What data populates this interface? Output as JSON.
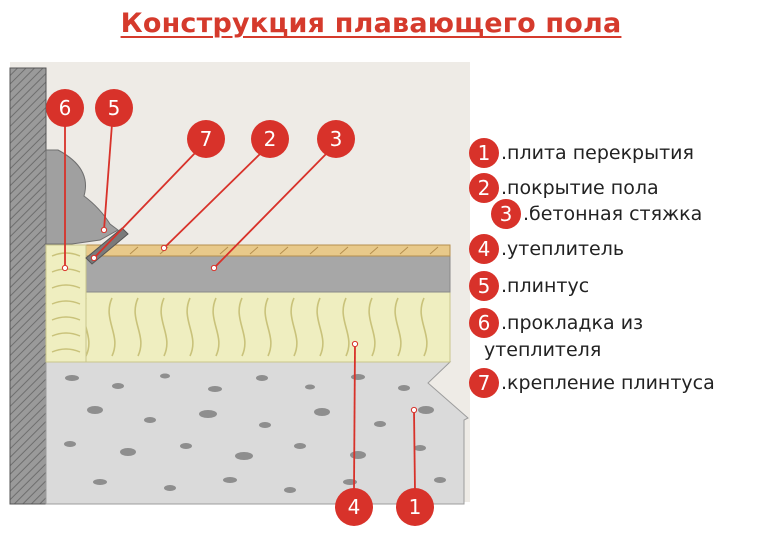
{
  "title": "Конструкция плавающего пола",
  "diagram_badges": [
    {
      "num": "6"
    },
    {
      "num": "5"
    },
    {
      "num": "7"
    },
    {
      "num": "2"
    },
    {
      "num": "3"
    },
    {
      "num": "4"
    },
    {
      "num": "1"
    }
  ],
  "legend": [
    {
      "num": "1",
      "text": ".плита перекрытия"
    },
    {
      "num": "2",
      "text": ".покрытие пола"
    },
    {
      "num": "3",
      "text": ".бетонная стяжка"
    },
    {
      "num": "4",
      "text": ".утеплитель"
    },
    {
      "num": "5",
      "text": ".плинтус"
    },
    {
      "num": "6",
      "text": ".прокладка из",
      "cont": "утеплителя"
    },
    {
      "num": "7",
      "text": ".крепление плинтуса"
    }
  ],
  "colors": {
    "accent": "#d8322a",
    "title": "#d53a2c",
    "wall": "#8a8a8a",
    "insulation": "#efeec0",
    "screed": "#a7a7a7",
    "floor_cover": "#e8c98a",
    "slab": "#dadada"
  }
}
